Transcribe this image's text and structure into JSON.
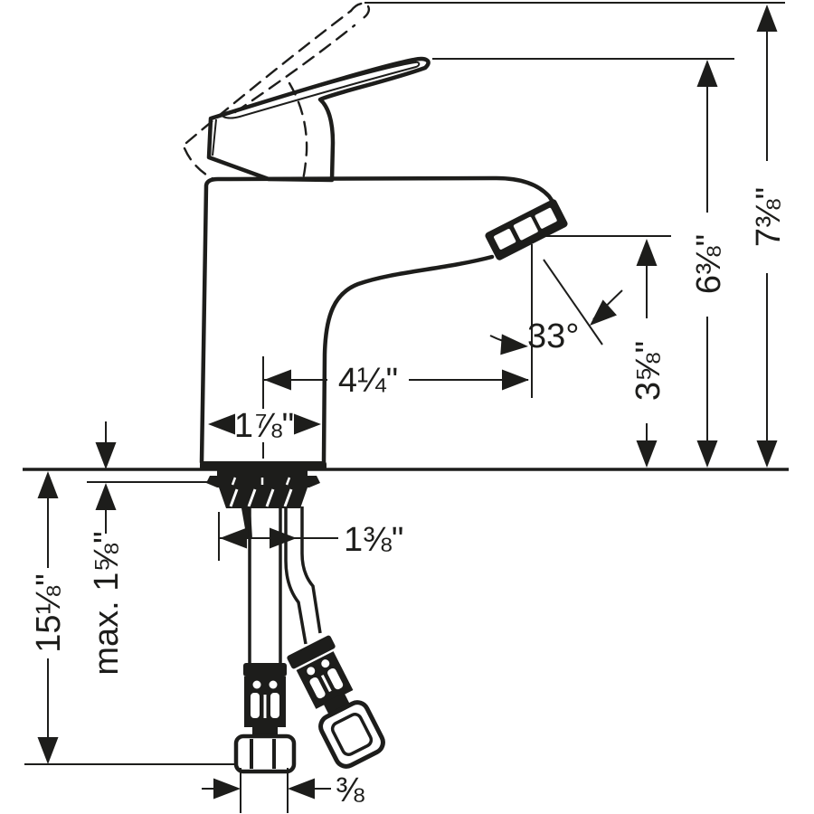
{
  "drawing": {
    "type": "technical-dimension-drawing",
    "subject": "Single-hole basin mixer faucet, side elevation with flexible supply hoses",
    "colors": {
      "ink": "#1d1d1b",
      "background": "#ffffff"
    }
  },
  "labels": {
    "overall_height": "7⅜\"",
    "handle_height": "6⅜\"",
    "outlet_height": "3⅝\"",
    "outlet_angle": "33°",
    "spout_reach": "4¼\"",
    "base_depth": "1⅞\"",
    "hose_width": "1⅜\"",
    "max_counter_thickness": "max. 1⅝\"",
    "below_counter_clearance": "15⅛\"",
    "connection_size": "⅜"
  }
}
